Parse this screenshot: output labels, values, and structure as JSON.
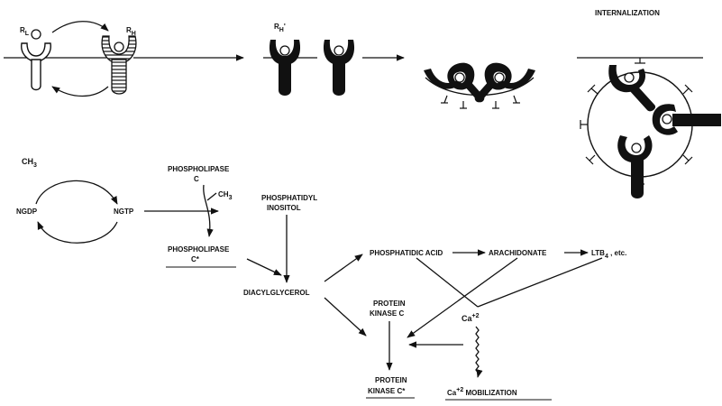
{
  "receptors": {
    "low_label": "R",
    "low_sub": "L",
    "high_label": "R",
    "high_sub": "H",
    "modified_label": "R",
    "modified_sub": "H",
    "modified_prime": "'"
  },
  "internalization": {
    "title": "INTERNALIZATION"
  },
  "ngtp_cycle": {
    "ch3": "CH",
    "ch3_sub": "3",
    "ngdp": "NGDP",
    "ngtp": "NGTP"
  },
  "phospholipase": {
    "line1": "PHOSPHOLIPASE",
    "line2": "C",
    "ch3": "CH",
    "ch3_sub": "3",
    "active_line1": "PHOSPHOLIPASE",
    "active_line2": "C*"
  },
  "inositol": {
    "line1": "PHOSPHATIDYL",
    "line2": "INOSITOL"
  },
  "dag": {
    "label": "DIACYLGLYCEROL"
  },
  "pa": {
    "label": "PHOSPHATIDIC ACID"
  },
  "arachidonate": {
    "label": "ARACHIDONATE"
  },
  "ltb": {
    "main": "LTB",
    "sub": "4",
    "suffix": " , etc."
  },
  "pkc": {
    "line1": "PROTEIN",
    "line2": "KINASE C"
  },
  "pkc_active": {
    "line1": "PROTEIN",
    "line2": "KINASE C*"
  },
  "calcium": {
    "main": "Ca",
    "sup": "+2"
  },
  "mobilization": {
    "ca": "Ca",
    "sup": "+2",
    "rest": " MOBILIZATION"
  },
  "colors": {
    "ink": "#111111",
    "paper": "#ffffff"
  }
}
